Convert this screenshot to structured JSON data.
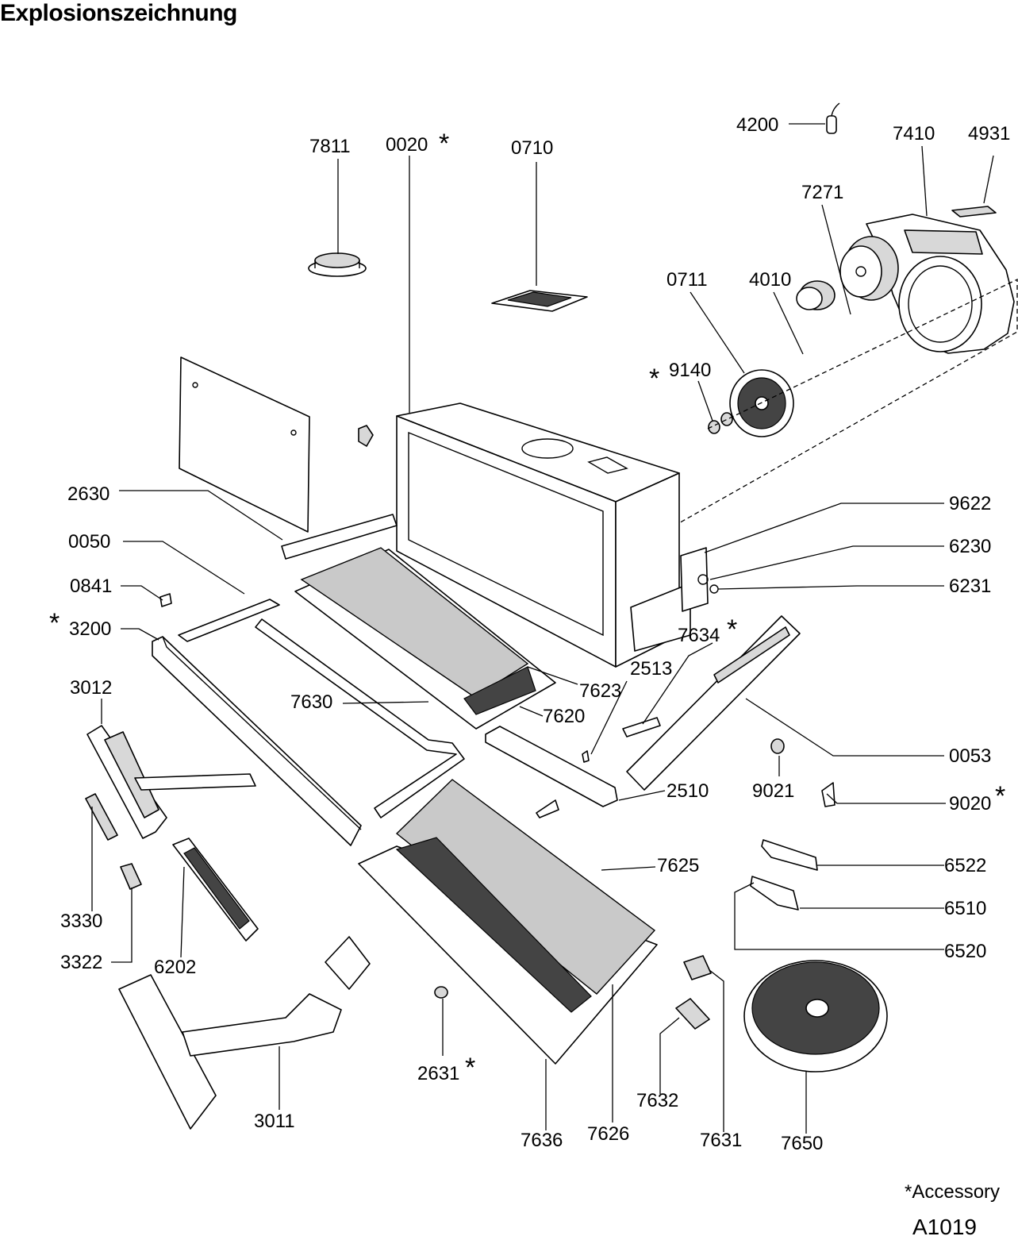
{
  "title": "Explosionszeichnung",
  "footnote": "*Accessory",
  "drawing_id": "A1019",
  "accessory_mark": "*",
  "labels": [
    {
      "id": "4200",
      "text": "4200",
      "accessory": false
    },
    {
      "id": "7410",
      "text": "7410",
      "accessory": false
    },
    {
      "id": "4931",
      "text": "4931",
      "accessory": false
    },
    {
      "id": "7811",
      "text": "7811",
      "accessory": false
    },
    {
      "id": "0020",
      "text": "0020",
      "accessory": true
    },
    {
      "id": "0710",
      "text": "0710",
      "accessory": false
    },
    {
      "id": "7271",
      "text": "7271",
      "accessory": false
    },
    {
      "id": "0711",
      "text": "0711",
      "accessory": false
    },
    {
      "id": "4010",
      "text": "4010",
      "accessory": false
    },
    {
      "id": "9140",
      "text": "9140",
      "accessory": true
    },
    {
      "id": "2630",
      "text": "2630",
      "accessory": false
    },
    {
      "id": "9622",
      "text": "9622",
      "accessory": false
    },
    {
      "id": "0050",
      "text": "0050",
      "accessory": false
    },
    {
      "id": "6230",
      "text": "6230",
      "accessory": false
    },
    {
      "id": "0841",
      "text": "0841",
      "accessory": false
    },
    {
      "id": "6231",
      "text": "6231",
      "accessory": false
    },
    {
      "id": "3200",
      "text": "3200",
      "accessory": true
    },
    {
      "id": "7634",
      "text": "7634",
      "accessory": true
    },
    {
      "id": "2513",
      "text": "2513",
      "accessory": false
    },
    {
      "id": "3012",
      "text": "3012",
      "accessory": false
    },
    {
      "id": "7623",
      "text": "7623",
      "accessory": false
    },
    {
      "id": "7630",
      "text": "7630",
      "accessory": false
    },
    {
      "id": "7620",
      "text": "7620",
      "accessory": false
    },
    {
      "id": "0053",
      "text": "0053",
      "accessory": false
    },
    {
      "id": "2510",
      "text": "2510",
      "accessory": false
    },
    {
      "id": "9021",
      "text": "9021",
      "accessory": false
    },
    {
      "id": "9020",
      "text": "9020",
      "accessory": true
    },
    {
      "id": "7625",
      "text": "7625",
      "accessory": false
    },
    {
      "id": "6522",
      "text": "6522",
      "accessory": false
    },
    {
      "id": "3330",
      "text": "3330",
      "accessory": false
    },
    {
      "id": "6510",
      "text": "6510",
      "accessory": false
    },
    {
      "id": "6520",
      "text": "6520",
      "accessory": false
    },
    {
      "id": "3322",
      "text": "3322",
      "accessory": false
    },
    {
      "id": "6202",
      "text": "6202",
      "accessory": false
    },
    {
      "id": "2631",
      "text": "2631",
      "accessory": true
    },
    {
      "id": "7632",
      "text": "7632",
      "accessory": false
    },
    {
      "id": "3011",
      "text": "3011",
      "accessory": false
    },
    {
      "id": "7636",
      "text": "7636",
      "accessory": false
    },
    {
      "id": "7626",
      "text": "7626",
      "accessory": false
    },
    {
      "id": "7631",
      "text": "7631",
      "accessory": false
    },
    {
      "id": "7650",
      "text": "7650",
      "accessory": false
    }
  ]
}
